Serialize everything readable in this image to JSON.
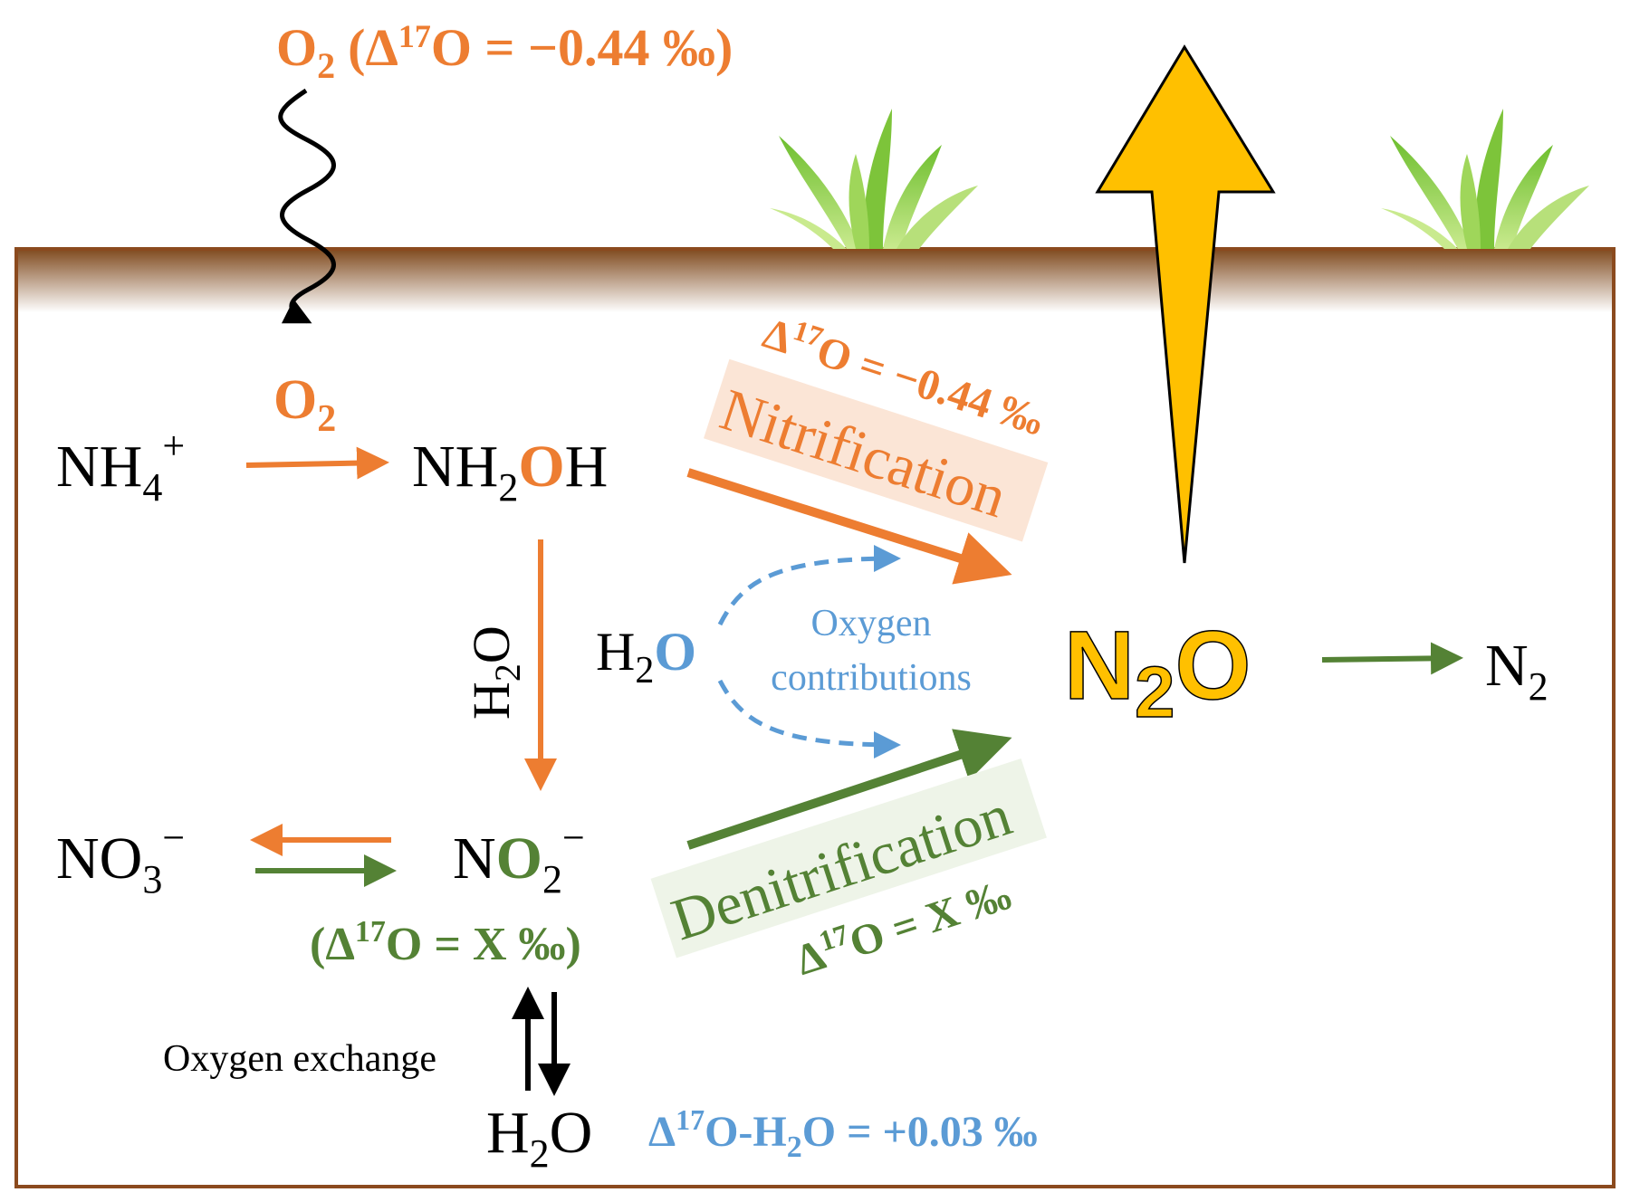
{
  "colors": {
    "soil": "#7F4A1E",
    "orange": "#ED7D31",
    "green": "#548235",
    "blue": "#5B9BD5",
    "gold": "#FFC000",
    "grass": "#8CCB3A"
  },
  "atmosphere": {
    "o2_label": "O",
    "o2_sub": "2",
    "o2_delta": "(Δ",
    "o2_delta_sup": "17",
    "o2_delta_rest": "O = −0.44 ‰)"
  },
  "species": {
    "o2_in_soil": "O",
    "o2_in_soil_sub": "2",
    "nh4": "NH",
    "nh4_sub": "4",
    "nh4_sup": "+",
    "nh2oh_a": "NH",
    "nh2oh_sub": "2",
    "nh2oh_o": "O",
    "nh2oh_h": "H",
    "h2o_vertical": "H",
    "h2o_vertical_sub": "2",
    "h2o_vertical_o": "O",
    "h2o_mid": "H",
    "h2o_mid_sub": "2",
    "h2o_mid_o": "O",
    "no3": "NO",
    "no3_sub": "3",
    "no3_sup": "−",
    "no2_n": "N",
    "no2_o": "O",
    "no2_sub": "2",
    "no2_sup": "−",
    "no2_delta": "(Δ",
    "no2_delta_sup": "17",
    "no2_delta_rest": "O = X ‰)",
    "n2o_n": "N",
    "n2o_sub": "2",
    "n2o_o": "O",
    "n2": "N",
    "n2_sub": "2",
    "h2o_bottom": "H",
    "h2o_bottom_sub": "2",
    "h2o_bottom_o": "O"
  },
  "labels": {
    "nitrification": "Nitrification",
    "nitrification_delta": "Δ",
    "nitrification_delta_sup": "17",
    "nitrification_delta_rest": "O = −0.44 ‰",
    "denitrification": "Denitrification",
    "denitrification_delta": "Δ",
    "denitrification_delta_sup": "17",
    "denitrification_delta_rest": "O = X ‰",
    "oxygen_contributions_1": "Oxygen",
    "oxygen_contributions_2": "contributions",
    "oxygen_exchange": "Oxygen exchange",
    "h2o_delta_a": "Δ",
    "h2o_delta_sup": "17",
    "h2o_delta_b": "O-H",
    "h2o_delta_sub": "2",
    "h2o_delta_c": "O = +0.03 ‰"
  }
}
